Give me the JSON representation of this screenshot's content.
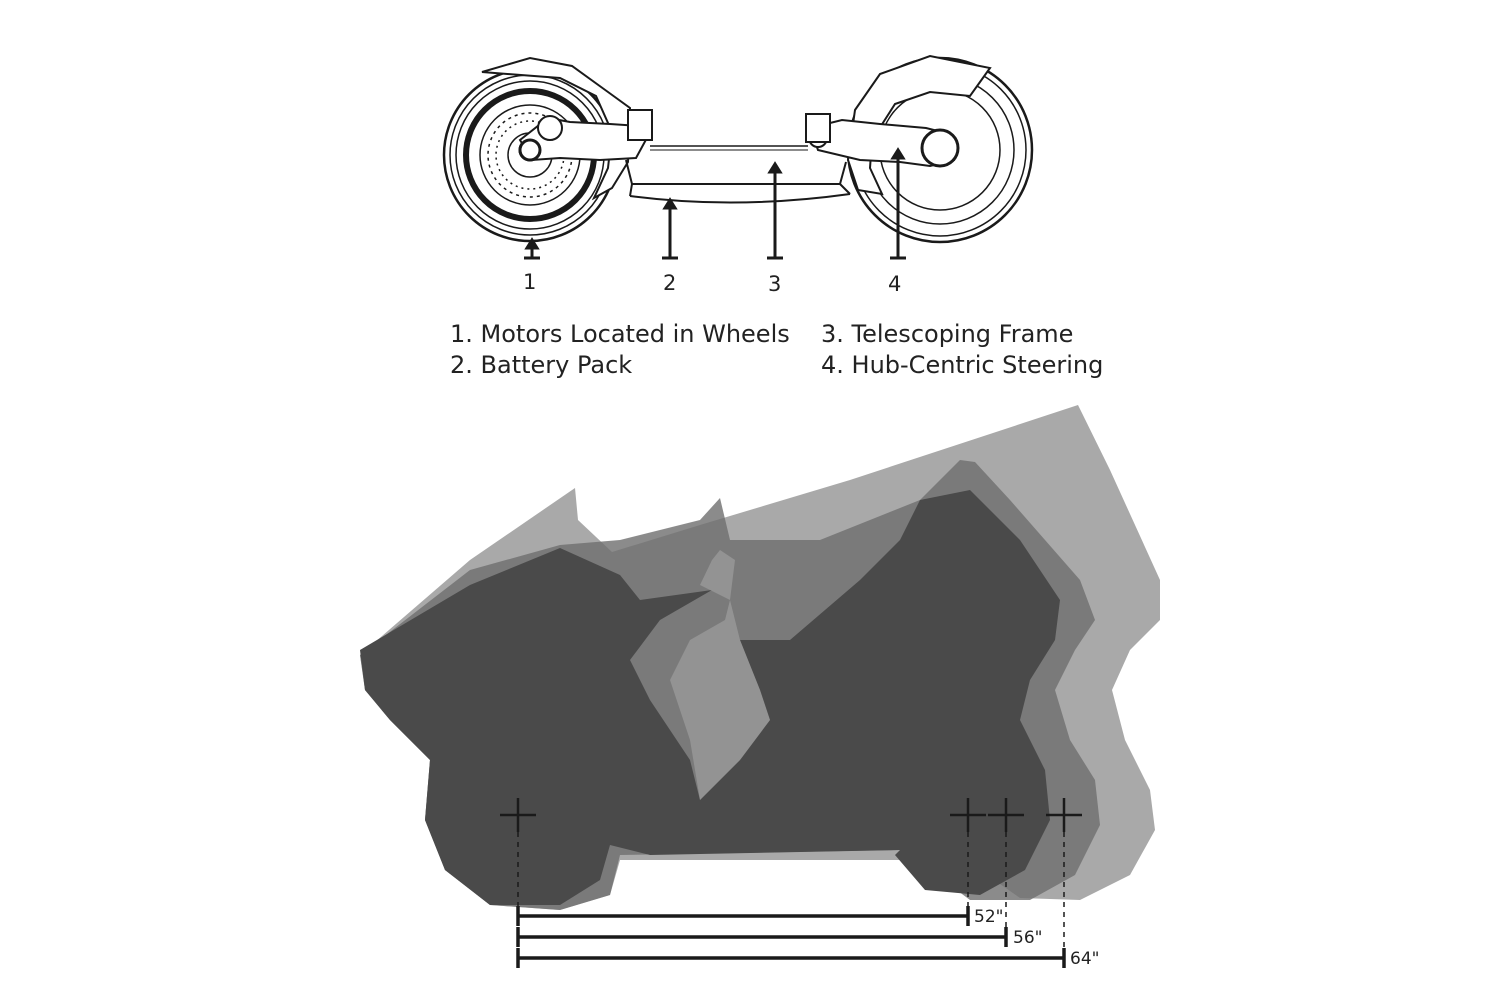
{
  "callouts": {
    "c1": "1",
    "c2": "2",
    "c3": "3",
    "c4": "4"
  },
  "legend": {
    "item1": "1.  Motors Located in Wheels",
    "item2": "2.  Battery Pack",
    "item3": "3.  Telescoping Frame",
    "item4": "4.  Hub-Centric Steering"
  },
  "dimensions": {
    "d1": "52\"",
    "d2": "56\"",
    "d3": "64\""
  },
  "colors": {
    "silhouette_dark": "#4a4a4a",
    "silhouette_mid": "#6e6e6e",
    "silhouette_light": "#9a9a9a",
    "line": "#1a1a1a"
  }
}
